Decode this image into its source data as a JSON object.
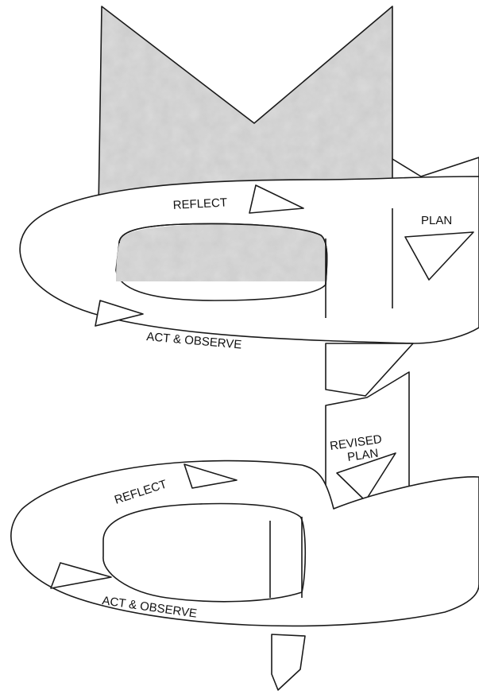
{
  "diagram": {
    "cycle1": {
      "stage_top": "REFLECT",
      "stage_bottom": "ACT & OBSERVE",
      "stage_right": "PLAN"
    },
    "cycle2": {
      "stage_top": "REFLECT",
      "stage_bottom": "ACT & OBSERVE",
      "stage_right_line1": "REVISED",
      "stage_right_line2": "PLAN"
    },
    "colors": {
      "shading": "#c9c9c9",
      "shading_light": "#e3e3e3",
      "ink": "#1a1a1a",
      "paper": "#ffffff"
    }
  }
}
